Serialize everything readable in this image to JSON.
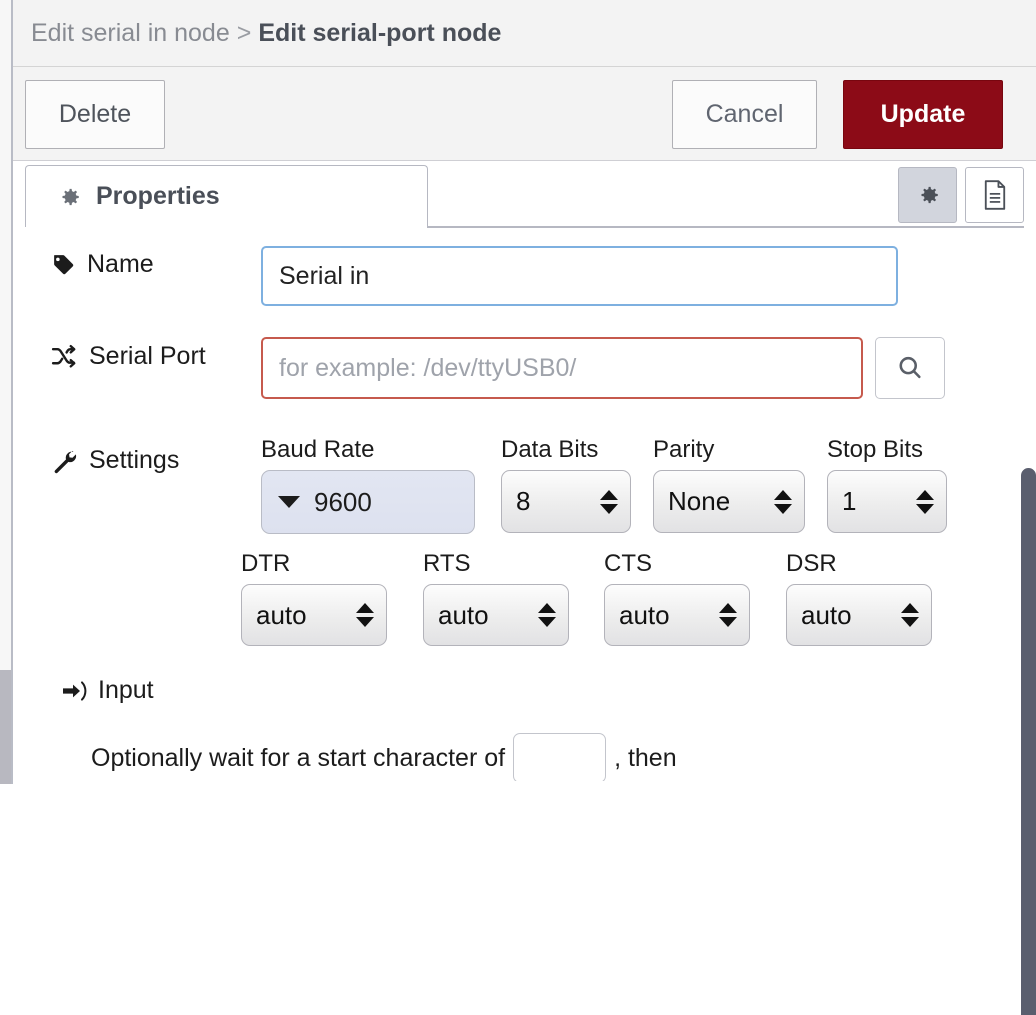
{
  "header": {
    "breadcrumb_parent": "Edit serial in node",
    "breadcrumb_separator": ">",
    "breadcrumb_current": "Edit serial-port node"
  },
  "toolbar": {
    "delete_label": "Delete",
    "cancel_label": "Cancel",
    "update_label": "Update",
    "update_color": "#8c0b17"
  },
  "tabs": {
    "properties_label": "Properties",
    "settings_icon": "gear-icon",
    "description_icon": "document-icon"
  },
  "form": {
    "name": {
      "label": "Name",
      "icon": "tag-icon",
      "value": "Serial in",
      "placeholder": "Name"
    },
    "serial_port": {
      "label": "Serial Port",
      "icon": "shuffle-icon",
      "value": "",
      "placeholder": "for example: /dev/ttyUSB0/",
      "search_icon": "search-icon",
      "invalid_color": "#c65a4d"
    },
    "settings": {
      "label": "Settings",
      "icon": "wrench-icon",
      "fields": [
        {
          "caption": "Baud Rate",
          "value": "9600",
          "type": "combo"
        },
        {
          "caption": "Data Bits",
          "value": "8",
          "type": "select"
        },
        {
          "caption": "Parity",
          "value": "None",
          "type": "select"
        },
        {
          "caption": "Stop Bits",
          "value": "1",
          "type": "select"
        }
      ],
      "flow_control": [
        {
          "caption": "DTR",
          "value": "auto"
        },
        {
          "caption": "RTS",
          "value": "auto"
        },
        {
          "caption": "CTS",
          "value": "auto"
        },
        {
          "caption": "DSR",
          "value": "auto"
        }
      ]
    },
    "input_section": {
      "label": "Input",
      "icon": "sign-in-icon",
      "start_char_prefix": "Optionally wait for a start character of",
      "start_char_value": "",
      "start_char_suffix": ", then"
    }
  }
}
